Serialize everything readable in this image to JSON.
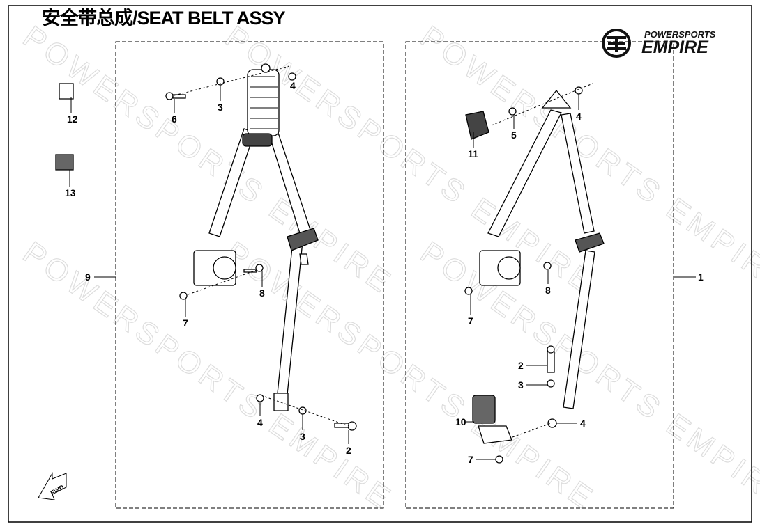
{
  "title": "安全带总成/SEAT BELT ASSY",
  "logo": {
    "line1": "POWERSPORTS",
    "line2": "EMPIRE"
  },
  "watermark": "POWERSPORTS EMPIRE",
  "fwd_label": "FWD",
  "callouts_left": [
    "12",
    "13",
    "9",
    "6",
    "3",
    "4",
    "8",
    "7",
    "4",
    "3",
    "2"
  ],
  "callouts_right": [
    "11",
    "5",
    "4",
    "8",
    "7",
    "2",
    "3",
    "4",
    "10",
    "7",
    "1"
  ]
}
